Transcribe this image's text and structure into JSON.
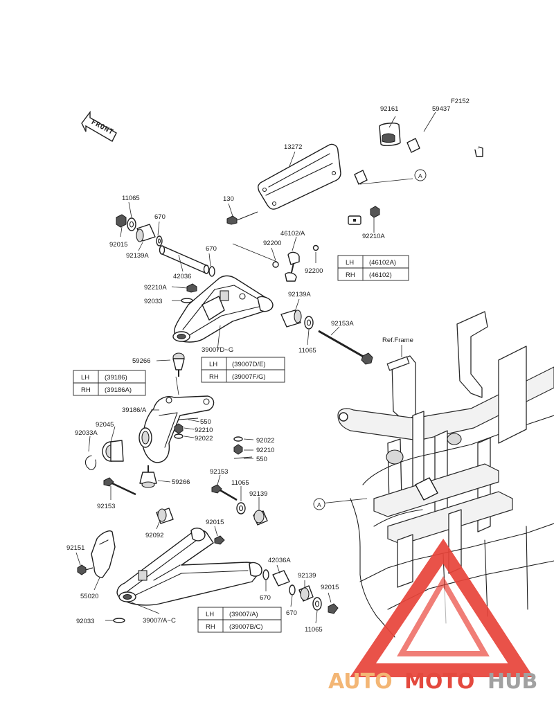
{
  "diagram": {
    "front_label": "FRONT",
    "parts": {
      "p_f2152": "F2152",
      "p_92161": "92161",
      "p_59437": "59437",
      "p_13272": "13272",
      "p_a_top": "A",
      "p_130": "130",
      "p_11065_a": "11065",
      "p_670_a": "670",
      "p_92015_a": "92015",
      "p_92139a_a": "92139A",
      "p_46102a": "46102/A",
      "p_92200_a": "92200",
      "p_92200_b": "92200",
      "p_92210a_top": "92210A",
      "p_670_b": "670",
      "p_42036": "42036",
      "p_92210a_mid": "92210A",
      "p_92033": "92033",
      "p_92139a_b": "92139A",
      "p_11065_b": "11065",
      "p_92153a": "92153A",
      "p_ref_frame": "Ref.Frame",
      "p_39007d_g": "39007D~G",
      "p_59266_a": "59266",
      "p_39186a": "39186/A",
      "p_550_a": "550",
      "p_92210_a": "92210",
      "p_92022_a": "92022",
      "p_92045": "92045",
      "p_92033a": "92033A",
      "p_92022_b": "92022",
      "p_92210_b": "92210",
      "p_550_b": "550",
      "p_59266_b": "59266",
      "p_92153_a": "92153",
      "p_11065_c": "11065",
      "p_92139_a": "92139",
      "p_a_bottom": "A",
      "p_92153_b": "92153",
      "p_92092": "92092",
      "p_92015_b": "92015",
      "p_92151": "92151",
      "p_42036a": "42036A",
      "p_92139_b": "92139",
      "p_92015_c": "92015",
      "p_55020": "55020",
      "p_670_c": "670",
      "p_670_d": "670",
      "p_11065_d": "11065",
      "p_92033_b": "92033",
      "p_39007a_c": "39007/A~C"
    },
    "tables": {
      "t_46102": {
        "lh_label": "LH",
        "lh_value": "(46102A)",
        "rh_label": "RH",
        "rh_value": "(46102)"
      },
      "t_39007_upper": {
        "lh_label": "LH",
        "lh_value": "(39007D/E)",
        "rh_label": "RH",
        "rh_value": "(39007F/G)"
      },
      "t_39186": {
        "lh_label": "LH",
        "lh_value": "(39186)",
        "rh_label": "RH",
        "rh_value": "(39186A)"
      },
      "t_39007_lower": {
        "lh_label": "LH",
        "lh_value": "(39007/A)",
        "rh_label": "RH",
        "rh_value": "(39007B/C)"
      }
    }
  },
  "watermark": {
    "text_a": "AUTO",
    "text_b": "MOTO",
    "text_c": "HUB",
    "color_a": "#f2b06a",
    "color_b": "#e23a2e",
    "color_c": "#9a9a9a",
    "triangle_color": "#e8443a"
  }
}
